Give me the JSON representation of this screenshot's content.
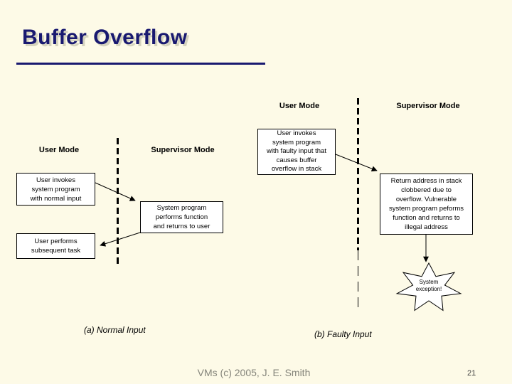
{
  "slide": {
    "title": "Buffer Overflow",
    "background_color": "#FDFAE7",
    "accent_color": "#191970"
  },
  "diagram_a": {
    "user_mode_label": "User Mode",
    "supervisor_mode_label": "Supervisor Mode",
    "box_invoke": "User invokes\nsystem program\nwith normal input",
    "box_system": "System program\nperforms function\nand returns to user",
    "box_subsequent": "User performs\nsubsequent task",
    "caption": "(a) Normal Input"
  },
  "diagram_b": {
    "user_mode_label": "User Mode",
    "supervisor_mode_label": "Supervisor Mode",
    "box_invoke": "User invokes\nsystem program\nwith faulty input that\ncauses buffer\noverflow in stack",
    "box_return": "Return address in stack\nclobbered due to\noverflow. Vulnerable\nsystem program peforms\nfunction and returns to\nillegal address",
    "star_label": "System\nexception!",
    "caption": "(b) Faulty Input"
  },
  "footer": {
    "credit": "VMs (c) 2005, J. E. Smith",
    "page_number": "21"
  }
}
